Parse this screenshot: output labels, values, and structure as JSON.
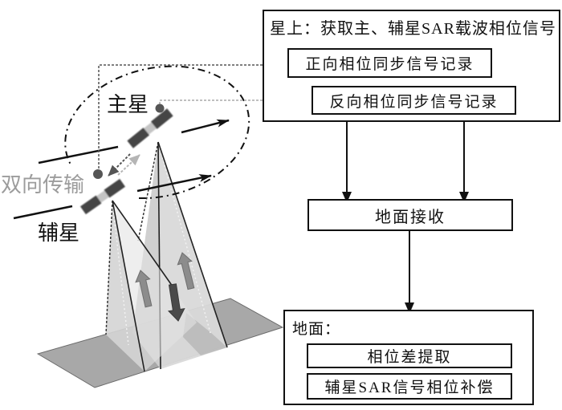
{
  "figure": {
    "labels": {
      "master_satellite": "主星",
      "bidirectional_transmission": "双向传输",
      "slave_satellite": "辅星"
    }
  },
  "flowchart": {
    "onboard": {
      "title": "星上：获取主、辅星SAR载波相位信号",
      "steps": [
        "正向相位同步信号记录",
        "反向相位同步信号记录"
      ]
    },
    "ground_receive": "地面接收",
    "ground": {
      "title": "地面：",
      "steps": [
        "相位差提取",
        "辅星SAR信号相位补偿"
      ]
    }
  },
  "colors": {
    "line": "#111111",
    "label_gray": "#9c9c9c",
    "ground_plane": "#a8a8a8",
    "beam": "#d6d6d6",
    "arrow_light": "#8c8c8c",
    "arrow_dark": "#4a4a4a",
    "satellite": "#444444"
  }
}
